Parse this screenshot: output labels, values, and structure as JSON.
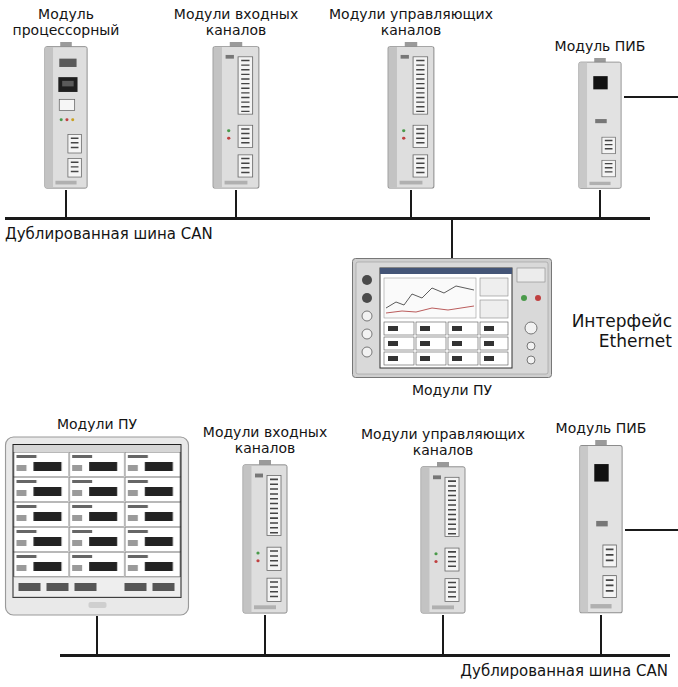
{
  "diagram": {
    "nodes": [
      {
        "text": [
          "Модуль процессорный"
        ]
      },
      {
        "text": [
          "Модули входных каналов"
        ]
      },
      {
        "text": [
          "Модули управляющих каналов"
        ]
      },
      {
        "text": [
          "Модуль ПИБ"
        ]
      },
      {
        "text": [
          "Дублированная шина CAN"
        ]
      },
      {
        "text": [
          "Модули ПУ"
        ]
      },
      {
        "text": [
          "Модули ПУ"
        ]
      },
      {
        "text": [
          "Модули входных каналов"
        ]
      },
      {
        "text": [
          "Модули управляющих каналов"
        ]
      },
      {
        "text": [
          "Модуль ПИБ"
        ]
      },
      {
        "text": [
          "Дублированная шина CAN"
        ]
      }
    ],
    "edges": [
      {
        "from": 0,
        "to": 4,
        "arrow": "none"
      },
      {
        "from": 1,
        "to": 4,
        "arrow": "none"
      },
      {
        "from": 2,
        "to": 4,
        "arrow": "none"
      },
      {
        "from": 3,
        "to": 4,
        "arrow": "none"
      },
      {
        "from": 4,
        "to": 5,
        "arrow": "none"
      },
      {
        "from": 6,
        "to": 10,
        "arrow": "none"
      },
      {
        "from": 7,
        "to": 10,
        "arrow": "none"
      },
      {
        "from": 8,
        "to": 10,
        "arrow": "none"
      },
      {
        "from": 9,
        "to": 10,
        "arrow": "none"
      }
    ],
    "labels": [
      "Интерфейс Ethernet"
    ]
  }
}
